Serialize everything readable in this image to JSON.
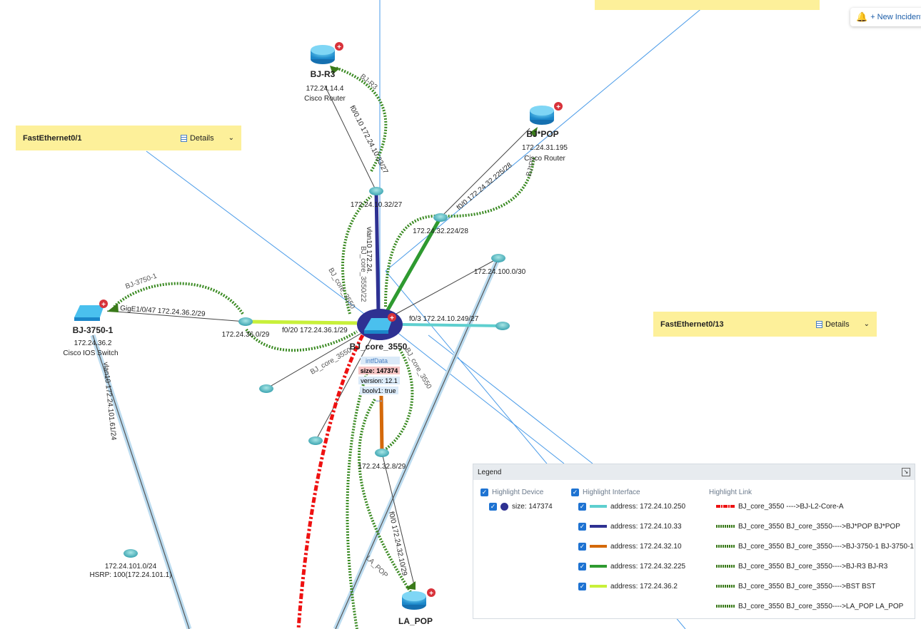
{
  "top_button": {
    "label": "+ New Incident",
    "icon": "bell-icon",
    "icon_color": "#ff5a00"
  },
  "panels": [
    {
      "title": "FastEthernet0/1",
      "details": "Details"
    },
    {
      "title": "FastEthernet0/13",
      "details": "Details"
    }
  ],
  "devices": {
    "core": {
      "name": "BJ_core_3550",
      "data_title": "intfData",
      "size": "size: 147374",
      "version": "version: 12.1",
      "boolv1": "boolv1: true",
      "more": "•••",
      "color": "#2e3192"
    },
    "r3": {
      "name": "BJ-R3",
      "ip": "172.24.14.4",
      "type": "Cisco Router"
    },
    "bjpop": {
      "name": "BJ*POP",
      "ip": "172.24.31.195",
      "type": "Cisco Router"
    },
    "sw3750": {
      "name": "BJ-3750-1",
      "ip": "172.24.36.2",
      "type": "Cisco IOS Switch"
    },
    "lapop": {
      "name": "LA_POP"
    }
  },
  "subnets": {
    "s1": "172.24.10.32/27",
    "s2": "172.24.32.224/28",
    "s3": "172.24.36.0/29",
    "s4": "172.24.32.8/29",
    "s5": "172.24.100.0/30",
    "s6": "172.24.101.0/24",
    "s6_hsrp": "HSRP: 100(172.24.101.1)"
  },
  "link_labels": {
    "r3_if": "f0/0.10 172.24.10.33/27",
    "core_vlan": "vlan10 172.24.",
    "core_vlan2": "BJ_core_3550/22",
    "bjpop_if": "f0/0 172.24.32.225/28",
    "sw_if": "GigE1/0/47 172.24.36.2/29",
    "core_f020": "f0/20 172.24.36.1/29",
    "core_f03": "f0/3 172.24.10.249/27",
    "lapop_if": "f0/0 172.24.32.10/29",
    "sw_vlan": "vlan10 172.24.101.61/24",
    "path_r3": "BJ-R3",
    "path_bjpop": "BJ*P...",
    "path_3750": "BJ-3750-1",
    "path_lapop": "LA_POP",
    "path_core1": "BJ_core_3550",
    "path_core2": "BJ_core_3550",
    "path_core3": "BJ_core_3550"
  },
  "legend": {
    "title": "Legend",
    "highlight_device": "Highlight Device",
    "highlight_interface": "Highlight Interface",
    "highlight_link": "Highlight Link",
    "device_items": [
      {
        "label": "size: 147374",
        "checked": true
      }
    ],
    "interface_items": [
      {
        "label": "address: 172.24.10.250",
        "color": "#5ecfcf",
        "checked": true
      },
      {
        "label": "address: 172.24.10.33",
        "color": "#2e3192",
        "checked": true
      },
      {
        "label": "address: 172.24.32.10",
        "color": "#d4690a",
        "checked": true
      },
      {
        "label": "address: 172.24.32.225",
        "color": "#2e9a30",
        "checked": true
      },
      {
        "label": "address: 172.24.36.2",
        "color": "#c8f03a",
        "checked": true
      }
    ],
    "link_items": [
      {
        "label": "BJ_core_3550 ---->BJ-L2-Core-A",
        "color": "#ee1111"
      },
      {
        "label": "BJ_core_3550 BJ_core_3550---->BJ*POP BJ*POP",
        "color": "#3a7a1a"
      },
      {
        "label": "BJ_core_3550 BJ_core_3550---->BJ-3750-1 BJ-3750-1",
        "color": "#3a7a1a"
      },
      {
        "label": "BJ_core_3550 BJ_core_3550---->BJ-R3 BJ-R3",
        "color": "#3a7a1a"
      },
      {
        "label": "BJ_core_3550 BJ_core_3550---->BST BST",
        "color": "#3a7a1a"
      },
      {
        "label": "BJ_core_3550 BJ_core_3550---->LA_POP LA_POP",
        "color": "#3a7a1a"
      }
    ]
  }
}
